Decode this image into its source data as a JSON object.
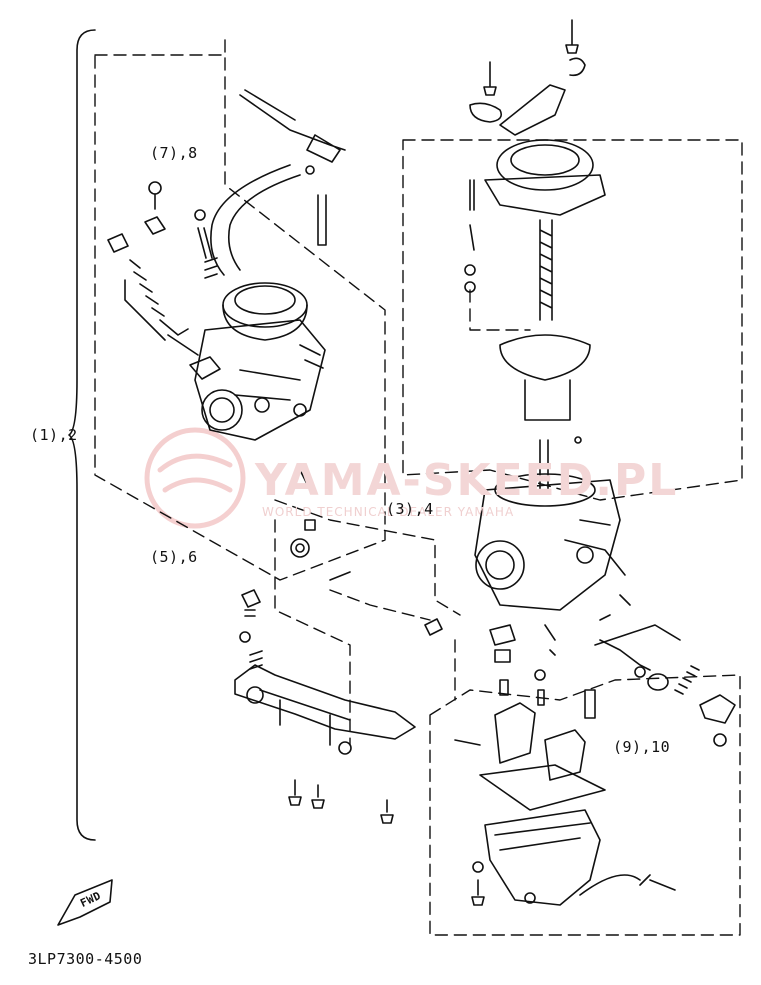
{
  "labels": {
    "assembly_1_2": "(1),2",
    "part_3_4": "(3),4",
    "part_5_6": "(5),6",
    "part_7_8": "(7),8",
    "part_9_10": "(9),10",
    "fwd": "FWD",
    "drawing_code": "3LP7300-4500"
  },
  "watermark": {
    "main": "YAMA-SKEED.PL",
    "sub": "WORLD TECHNICAL DEALER YAMAHA"
  },
  "colors": {
    "line": "#111111",
    "watermark": "#f0c8c8"
  }
}
